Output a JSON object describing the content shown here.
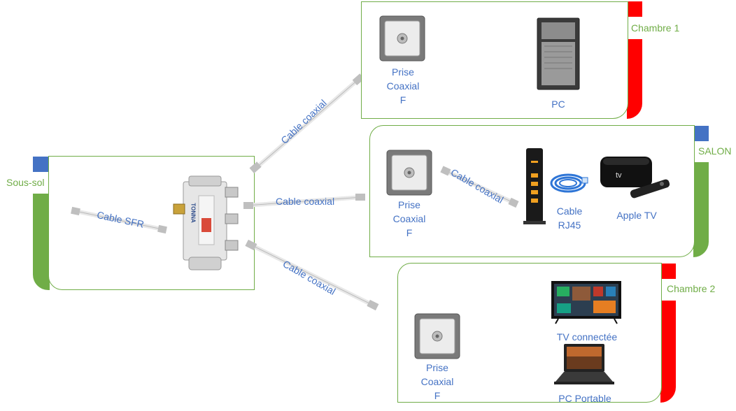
{
  "rooms": {
    "basement": "Sous-sol",
    "bedroom1": "Chambre 1",
    "living": "SALON",
    "bedroom2": "Chambre 2"
  },
  "cables": {
    "sfr": "Cable SFR",
    "coax_top": "Cable coaxial",
    "coax_mid": "Cable coaxial",
    "coax_bottom": "Cable coaxial",
    "coax_salon": "Cable coaxial"
  },
  "devices": {
    "b1_socket": [
      "Prise",
      "Coaxial",
      "F"
    ],
    "b1_pc": "PC",
    "salon_socket": [
      "Prise",
      "Coaxial",
      "F"
    ],
    "salon_rj45": [
      "Cable",
      "RJ45"
    ],
    "salon_appletv": "Apple TV",
    "b2_socket": [
      "Prise",
      "Coaxial",
      "F"
    ],
    "b2_tv": "TV connectée",
    "b2_laptop": "PC Portable"
  },
  "splitter_brand": "TONNA",
  "colors": {
    "green": "#70ad47",
    "red": "#ff0000",
    "blue": "#4472c4"
  }
}
